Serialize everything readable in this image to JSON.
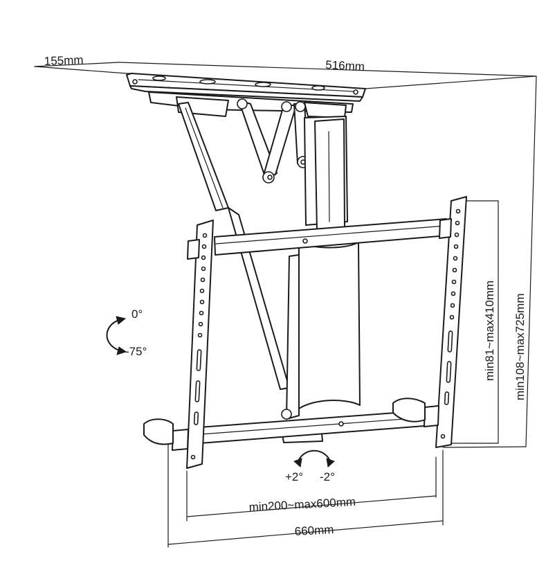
{
  "dimensions": {
    "base_depth": "155mm",
    "base_width": "516mm",
    "height_range": "min108~max725mm",
    "vertical_hole_spacing": "min81~max410mm",
    "horizontal_hole_spacing": "min200~max600mm",
    "overall_width": "660mm"
  },
  "tilt": {
    "upper": "0°",
    "lower": "-75°"
  },
  "level_adjust": {
    "plus": "+2°",
    "minus": "-2°"
  }
}
